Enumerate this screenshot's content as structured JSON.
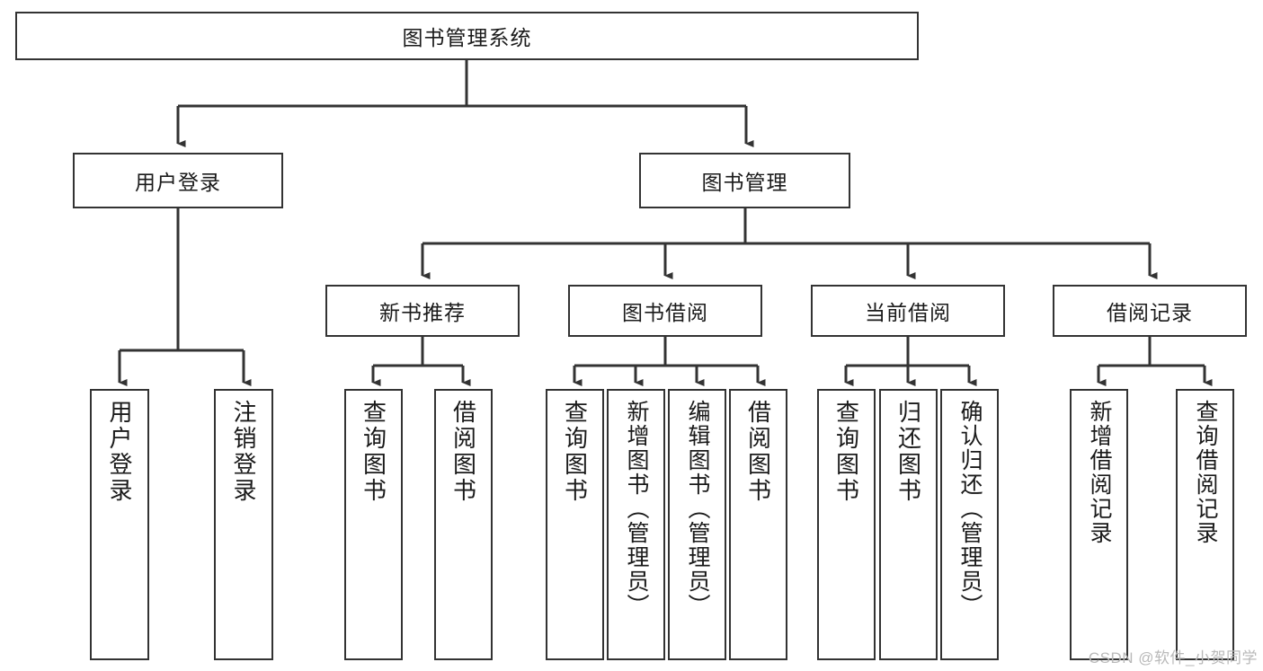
{
  "diagram": {
    "title": "图书管理系统",
    "type": "tree",
    "watermark": "CSDN @软件_小贺同学",
    "colors": {
      "stroke": "#333333",
      "fill": "#ffffff",
      "text": "#1a1a1a",
      "watermark": "#b9b9b9"
    },
    "nodes": {
      "root": {
        "label": "图书管理系统",
        "orientation": "horizontal"
      },
      "level2": [
        {
          "id": "user-login",
          "label": "用户登录",
          "orientation": "horizontal"
        },
        {
          "id": "book-manage",
          "label": "图书管理",
          "orientation": "horizontal"
        }
      ],
      "level3": [
        {
          "id": "new-book-recommend",
          "label": "新书推荐",
          "orientation": "horizontal"
        },
        {
          "id": "book-borrow",
          "label": "图书借阅",
          "orientation": "horizontal"
        },
        {
          "id": "current-borrow",
          "label": "当前借阅",
          "orientation": "horizontal"
        },
        {
          "id": "borrow-record",
          "label": "借阅记录",
          "orientation": "horizontal"
        }
      ],
      "leaves": {
        "user-login": [
          {
            "id": "leaf-user-login",
            "label": "用户登录",
            "orientation": "vertical"
          },
          {
            "id": "leaf-logout",
            "label": "注销登录",
            "orientation": "vertical"
          }
        ],
        "new-book-recommend": [
          {
            "id": "leaf-query-book-1",
            "label": "查询图书",
            "orientation": "vertical"
          },
          {
            "id": "leaf-borrow-book-1",
            "label": "借阅图书",
            "orientation": "vertical"
          }
        ],
        "book-borrow": [
          {
            "id": "leaf-query-book-2",
            "label": "查询图书",
            "orientation": "vertical"
          },
          {
            "id": "leaf-add-book",
            "label": "新增图书（管理员）",
            "orientation": "vertical"
          },
          {
            "id": "leaf-edit-book",
            "label": "编辑图书（管理员）",
            "orientation": "vertical"
          },
          {
            "id": "leaf-borrow-book-2",
            "label": "借阅图书",
            "orientation": "vertical"
          }
        ],
        "current-borrow": [
          {
            "id": "leaf-query-book-3",
            "label": "查询图书",
            "orientation": "vertical"
          },
          {
            "id": "leaf-return-book",
            "label": "归还图书",
            "orientation": "vertical"
          },
          {
            "id": "leaf-confirm-return",
            "label": "确认归还（管理员）",
            "orientation": "vertical"
          }
        ],
        "borrow-record": [
          {
            "id": "leaf-add-record",
            "label": "新增借阅记录",
            "orientation": "vertical"
          },
          {
            "id": "leaf-query-record",
            "label": "查询借阅记录",
            "orientation": "vertical"
          }
        ]
      }
    }
  }
}
